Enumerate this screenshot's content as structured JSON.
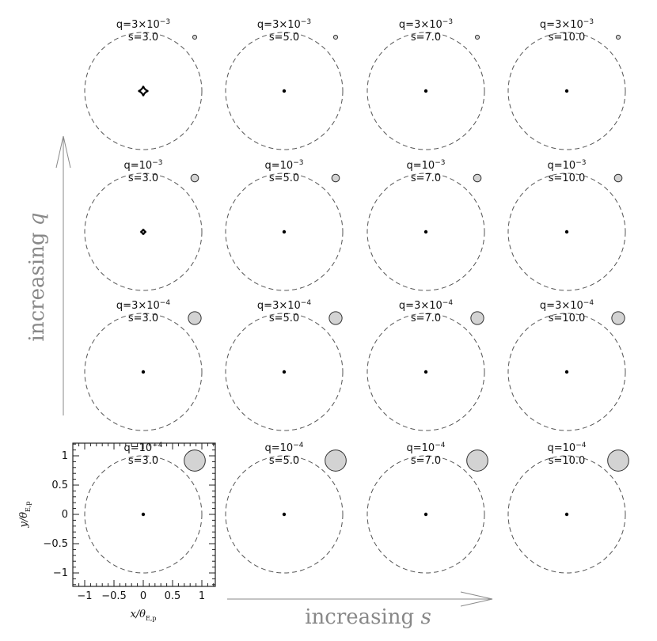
{
  "colors": {
    "caustic": "#000000",
    "critical_curve": "#555555",
    "source": "#d3d3d3",
    "source_stroke": "#333333",
    "arrow": "#8a8a8a",
    "arrow_text": "#888888",
    "frame": "#222222"
  },
  "x_axis_label": {
    "main": "x/θ",
    "sub": "E,p"
  },
  "y_axis_label": {
    "main": "y/θ",
    "sub": "E,p"
  },
  "x_ticks": [
    "−1",
    "−0.5",
    "0",
    "0.5",
    "1"
  ],
  "y_ticks": [
    "1",
    "0.5",
    "0",
    "−0.5",
    "−1"
  ],
  "arrow_q_label": {
    "prefix": "increasing ",
    "variable": "q"
  },
  "arrow_s_label": {
    "prefix": "increasing ",
    "variable": "s"
  },
  "rows": [
    {
      "q_label": {
        "base": "q=3×10",
        "exp": "−3"
      },
      "q_value": 0.003,
      "source_radius_rel": 0.035,
      "panels": [
        {
          "s_label": "s=3.0",
          "s_value": 3.0
        },
        {
          "s_label": "s=5.0",
          "s_value": 5.0
        },
        {
          "s_label": "s=7.0",
          "s_value": 7.0
        },
        {
          "s_label": "s=10.0",
          "s_value": 10.0
        }
      ]
    },
    {
      "q_label": {
        "base": "q=10",
        "exp": "−3"
      },
      "q_value": 0.001,
      "source_radius_rel": 0.065,
      "panels": [
        {
          "s_label": "s=3.0",
          "s_value": 3.0
        },
        {
          "s_label": "s=5.0",
          "s_value": 5.0
        },
        {
          "s_label": "s=7.0",
          "s_value": 7.0
        },
        {
          "s_label": "s=10.0",
          "s_value": 10.0
        }
      ]
    },
    {
      "q_label": {
        "base": "q=3×10",
        "exp": "−4"
      },
      "q_value": 0.0003,
      "source_radius_rel": 0.11,
      "panels": [
        {
          "s_label": "s=3.0",
          "s_value": 3.0
        },
        {
          "s_label": "s=5.0",
          "s_value": 5.0
        },
        {
          "s_label": "s=7.0",
          "s_value": 7.0
        },
        {
          "s_label": "s=10.0",
          "s_value": 10.0
        }
      ]
    },
    {
      "q_label": {
        "base": "q=10",
        "exp": "−4"
      },
      "q_value": 0.0001,
      "source_radius_rel": 0.18,
      "panels": [
        {
          "s_label": "s=3.0",
          "s_value": 3.0
        },
        {
          "s_label": "s=5.0",
          "s_value": 5.0
        },
        {
          "s_label": "s=7.0",
          "s_value": 7.0
        },
        {
          "s_label": "s=10.0",
          "s_value": 10.0
        }
      ]
    }
  ]
}
